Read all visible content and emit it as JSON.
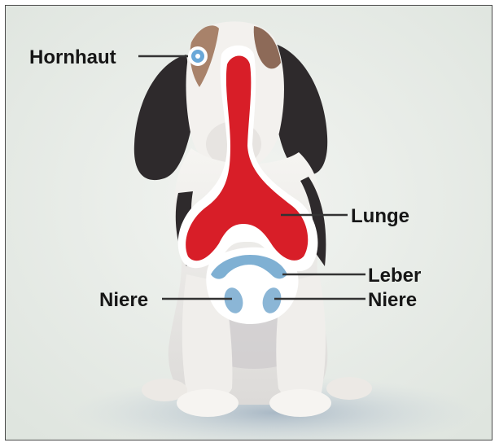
{
  "diagram": {
    "labels": {
      "cornea": "Hornhaut",
      "lung": "Lunge",
      "liver": "Leber",
      "kidney_left": "Niere",
      "kidney_right": "Niere"
    },
    "colors": {
      "background": "#e9ede9",
      "lung": "#d81e28",
      "liver": "#7fb0d3",
      "kidney": "#8bb6d6",
      "cornea": "#6aa8d8",
      "organ_halo": "#ffffff",
      "fur_dark": "#2e2a2c",
      "fur_tan": "#a8826a",
      "fur_white": "#f3f1ee"
    }
  }
}
